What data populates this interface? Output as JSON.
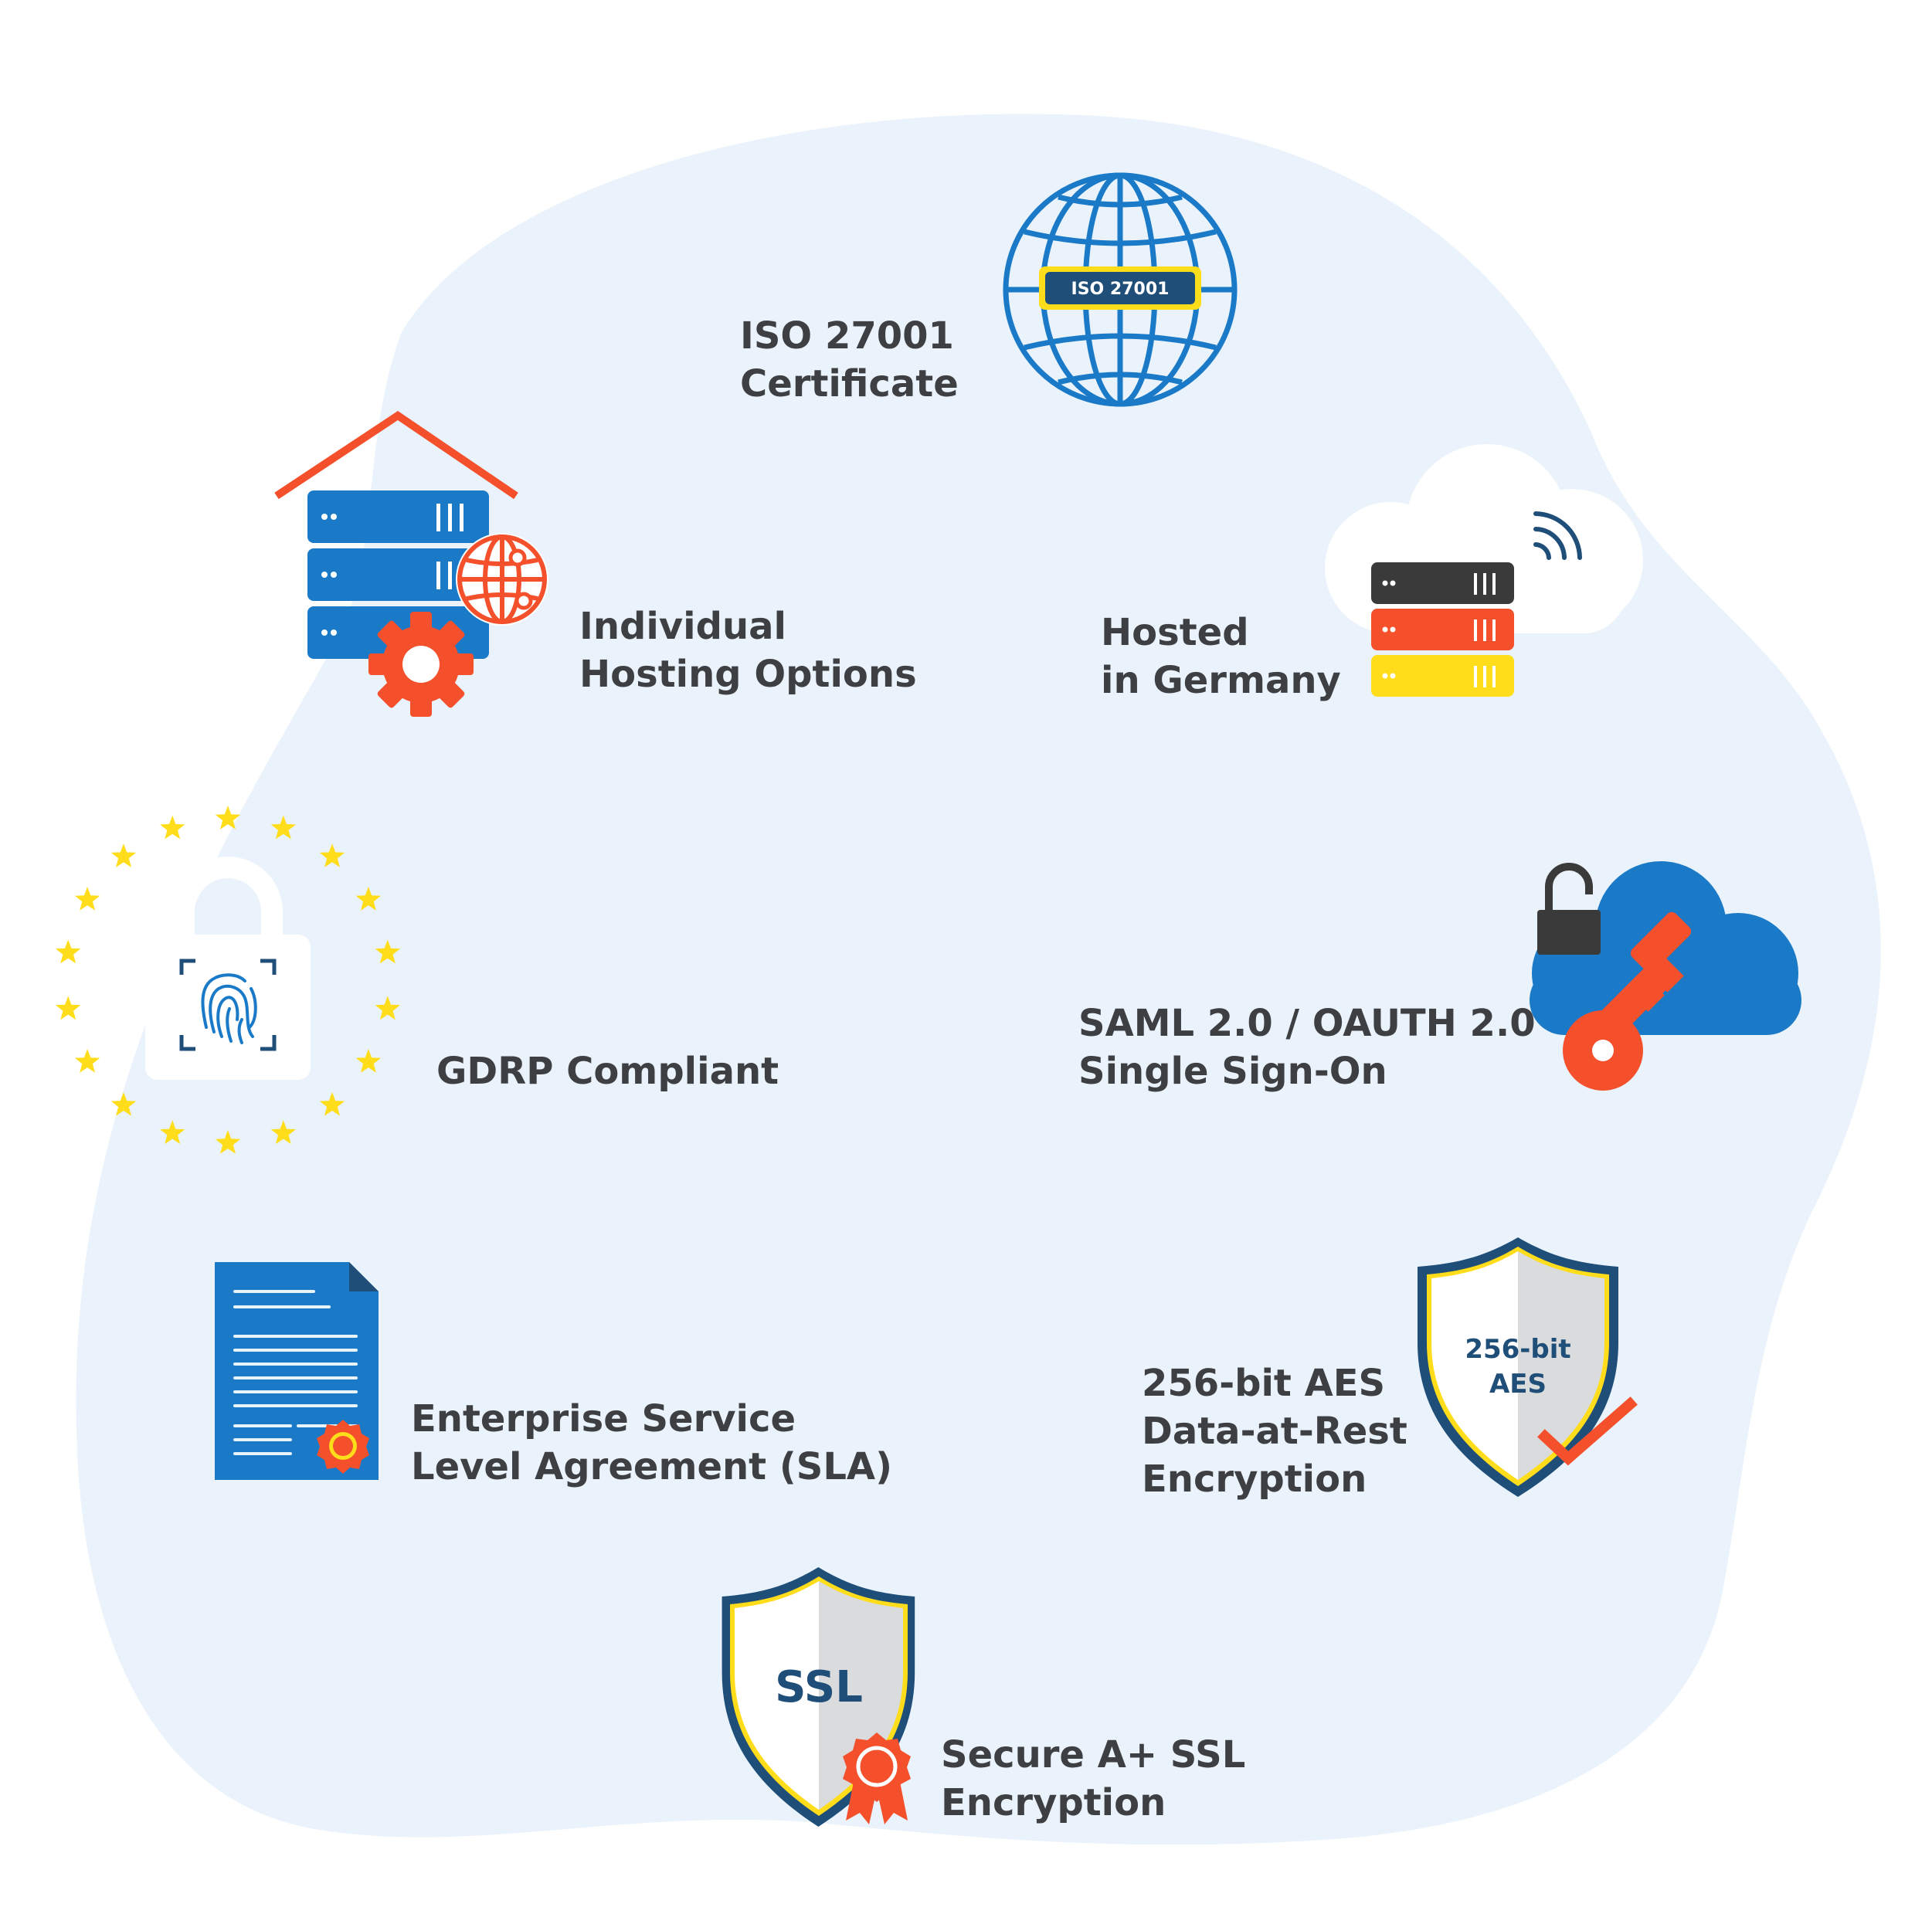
{
  "features": [
    {
      "id": "iso",
      "lines": [
        "ISO 27001",
        "Certificate"
      ],
      "icon": "globe-certificate-icon",
      "badge_text": "ISO 27001"
    },
    {
      "id": "hosting",
      "lines": [
        "Individual",
        "Hosting Options"
      ],
      "icon": "server-house-icon"
    },
    {
      "id": "germany",
      "lines": [
        "Hosted",
        "in Germany"
      ],
      "icon": "cloud-server-icon"
    },
    {
      "id": "gdpr",
      "lines": [
        "GDRP Compliant"
      ],
      "icon": "eu-padlock-fingerprint-icon"
    },
    {
      "id": "sso",
      "lines": [
        "SAML 2.0 / OAUTH 2.0",
        "Single Sign-On"
      ],
      "icon": "cloud-key-icon"
    },
    {
      "id": "sla",
      "lines": [
        "Enterprise Service",
        "Level Agreement (SLA)"
      ],
      "icon": "document-seal-icon"
    },
    {
      "id": "aes",
      "lines": [
        "256-bit AES",
        "Data-at-Rest",
        "Encryption"
      ],
      "icon": "aes-shield-icon",
      "badge_lines": [
        "256-bit",
        "AES"
      ]
    },
    {
      "id": "ssl",
      "lines": [
        "Secure A+ SSL",
        "Encryption"
      ],
      "icon": "ssl-shield-icon",
      "badge_text": "SSL"
    }
  ],
  "colors": {
    "background_blob": "#eaf3fb",
    "text": "#3d3f43",
    "blue": "#1a7ac7",
    "navy": "#1f4e79",
    "orange": "#f4502c",
    "yellow": "#ffdd1a",
    "dark": "#3a3a3a"
  }
}
